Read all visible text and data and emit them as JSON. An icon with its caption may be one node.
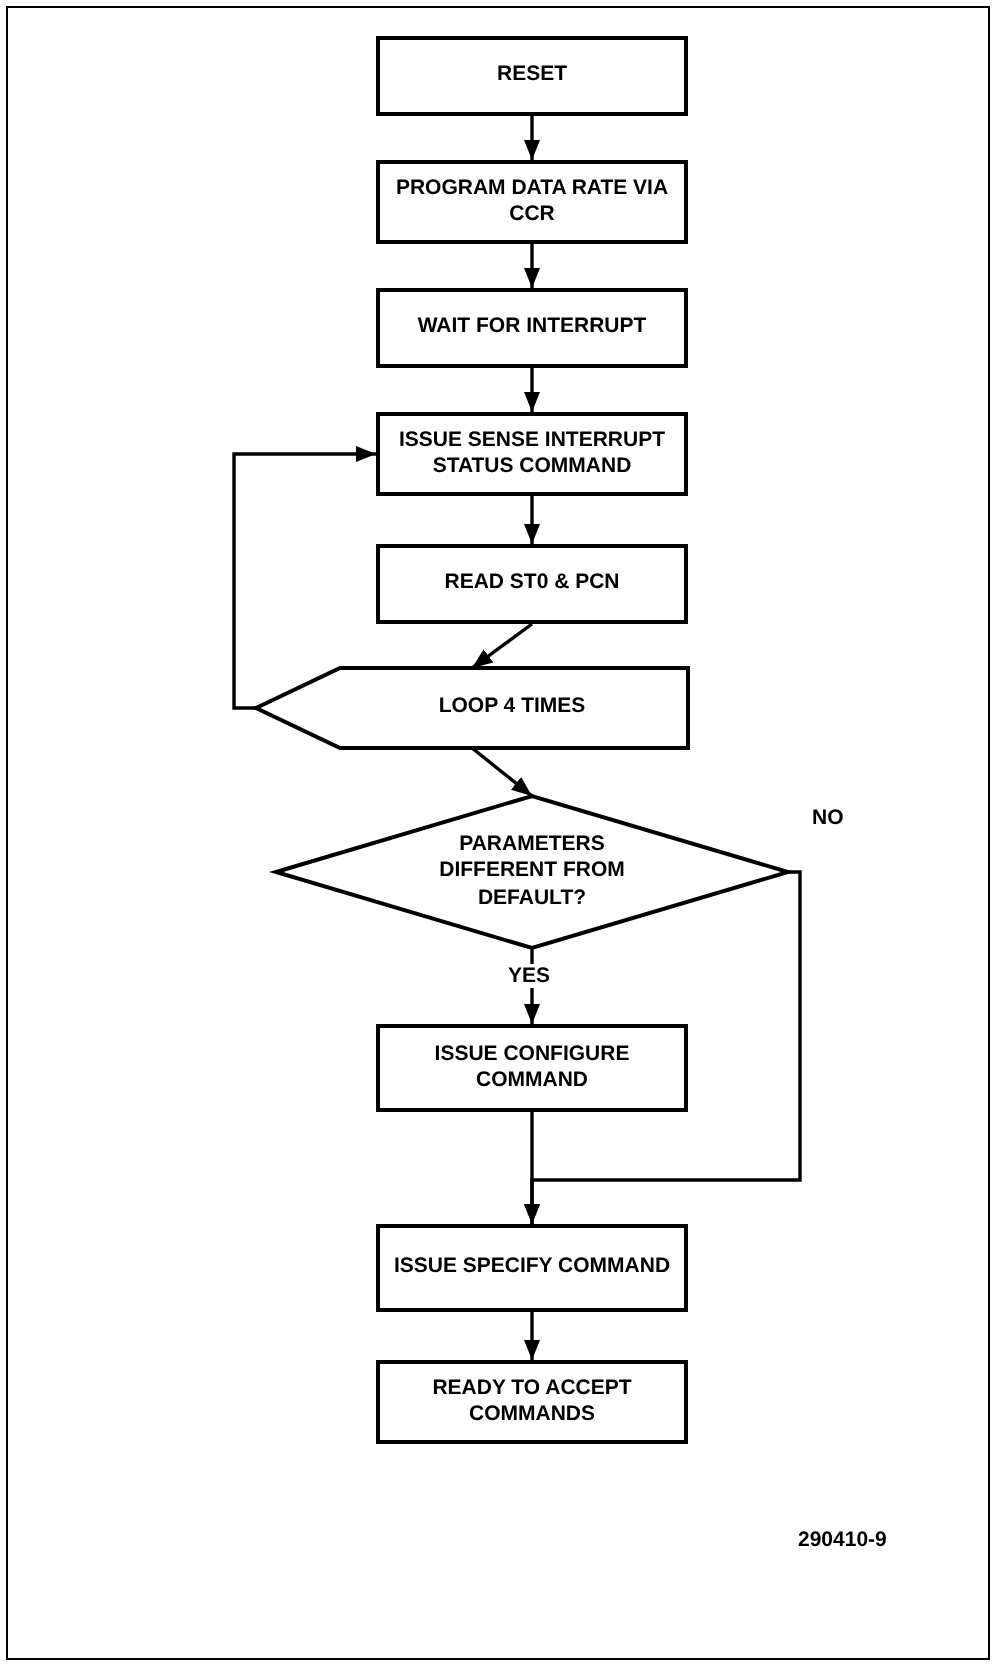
{
  "diagram": {
    "nodes": [
      {
        "text": [
          "RESET"
        ]
      },
      {
        "text": [
          "PROGRAM DATA RATE VIA CCR"
        ]
      },
      {
        "text": [
          "WAIT FOR INTERRUPT"
        ]
      },
      {
        "text": [
          "ISSUE SENSE INTERRUPT STATUS COMMAND"
        ]
      },
      {
        "text": [
          "READ ST0 & PCN"
        ]
      },
      {
        "text": [
          "LOOP 4 TIMES"
        ]
      },
      {
        "text": [
          "PARAMETERS DIFFERENT FROM DEFAULT?"
        ]
      },
      {
        "text": [
          "ISSUE CONFIGURE COMMAND"
        ]
      },
      {
        "text": [
          "ISSUE SPECIFY COMMAND"
        ]
      },
      {
        "text": [
          "READY TO ACCEPT COMMANDS"
        ]
      }
    ],
    "edges": [
      {
        "from": 0,
        "to": 1,
        "arrow": "to"
      },
      {
        "from": 1,
        "to": 2,
        "arrow": "to"
      },
      {
        "from": 2,
        "to": 3,
        "arrow": "to"
      },
      {
        "from": 3,
        "to": 4,
        "arrow": "to"
      },
      {
        "from": 4,
        "to": 5,
        "arrow": "to"
      },
      {
        "from": 5,
        "to": 3,
        "arrow": "to"
      },
      {
        "from": 5,
        "to": 6,
        "arrow": "to"
      },
      {
        "from": 6,
        "to": 7,
        "label": "YES",
        "arrow": "to"
      },
      {
        "from": 6,
        "to": 8,
        "label": "NO",
        "arrow": "to"
      },
      {
        "from": 7,
        "to": 8,
        "arrow": "to"
      },
      {
        "from": 8,
        "to": 9,
        "arrow": "to"
      }
    ],
    "labels": [
      "290410-9"
    ]
  }
}
